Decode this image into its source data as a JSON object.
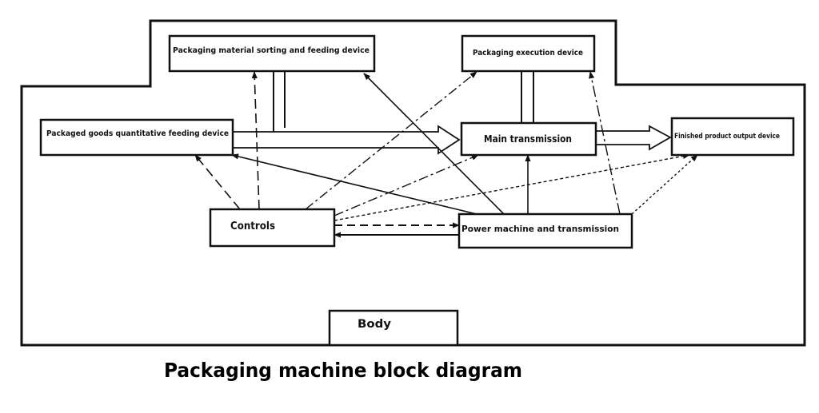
{
  "diagram": {
    "caption": "Packaging machine block diagram",
    "boxes": {
      "material_sorting": "Packaging material sorting and feeding device",
      "execution": "Packaging execution device",
      "quantitative_feeding": "Packaged goods quantitative feeding device",
      "main_transmission": "Main transmission",
      "finished_output": "Finished product output device",
      "controls": "Controls",
      "power_machine": "Power machine and transmission",
      "body": "Body"
    },
    "colors": {
      "stroke": "#111111",
      "background": "#ffffff"
    }
  }
}
